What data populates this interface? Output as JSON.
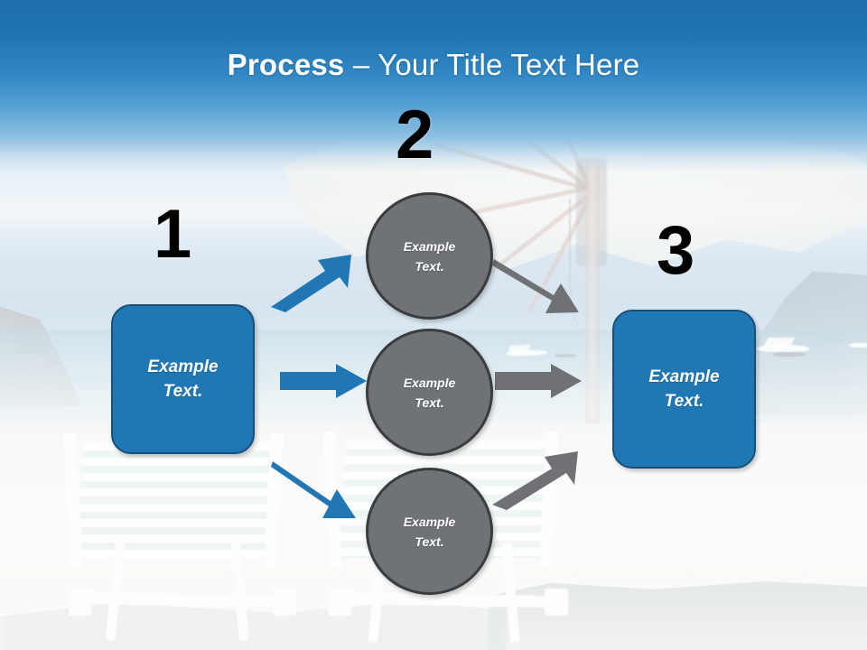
{
  "slide": {
    "title_bold": "Process",
    "title_rest": " – Your Title Text Here",
    "background_description": "beach-scene-photo"
  },
  "colors": {
    "title_band_blue": "#1f73b0",
    "box_blue": "#1f78b4",
    "box_blue_border": "#1a4f7a",
    "circle_gray": "#6f7276",
    "circle_gray_border": "#3a3c3f",
    "arrow_blue": "#2077b4",
    "arrow_gray": "#6f7174",
    "number_black": "#000000",
    "text_white": "#ffffff"
  },
  "steps": {
    "one": "1",
    "two": "2",
    "three": "3"
  },
  "nodes": {
    "start_box": {
      "line1": "Example",
      "line2": "Text."
    },
    "middle_circles": [
      {
        "line1": "Example",
        "line2": "Text."
      },
      {
        "line1": "Example",
        "line2": "Text."
      },
      {
        "line1": "Example",
        "line2": "Text."
      }
    ],
    "end_box": {
      "line1": "Example",
      "line2": "Text."
    }
  },
  "arrows": [
    {
      "name": "start-to-circle-1",
      "direction": "up-right",
      "color": "#2077b4"
    },
    {
      "name": "start-to-circle-2",
      "direction": "right",
      "color": "#2077b4"
    },
    {
      "name": "start-to-circle-3",
      "direction": "down-right",
      "color": "#2077b4"
    },
    {
      "name": "circle-1-to-end",
      "direction": "down-right",
      "color": "#6f7174"
    },
    {
      "name": "circle-2-to-end",
      "direction": "right",
      "color": "#6f7174"
    },
    {
      "name": "circle-3-to-end",
      "direction": "up-right",
      "color": "#6f7174"
    }
  ]
}
